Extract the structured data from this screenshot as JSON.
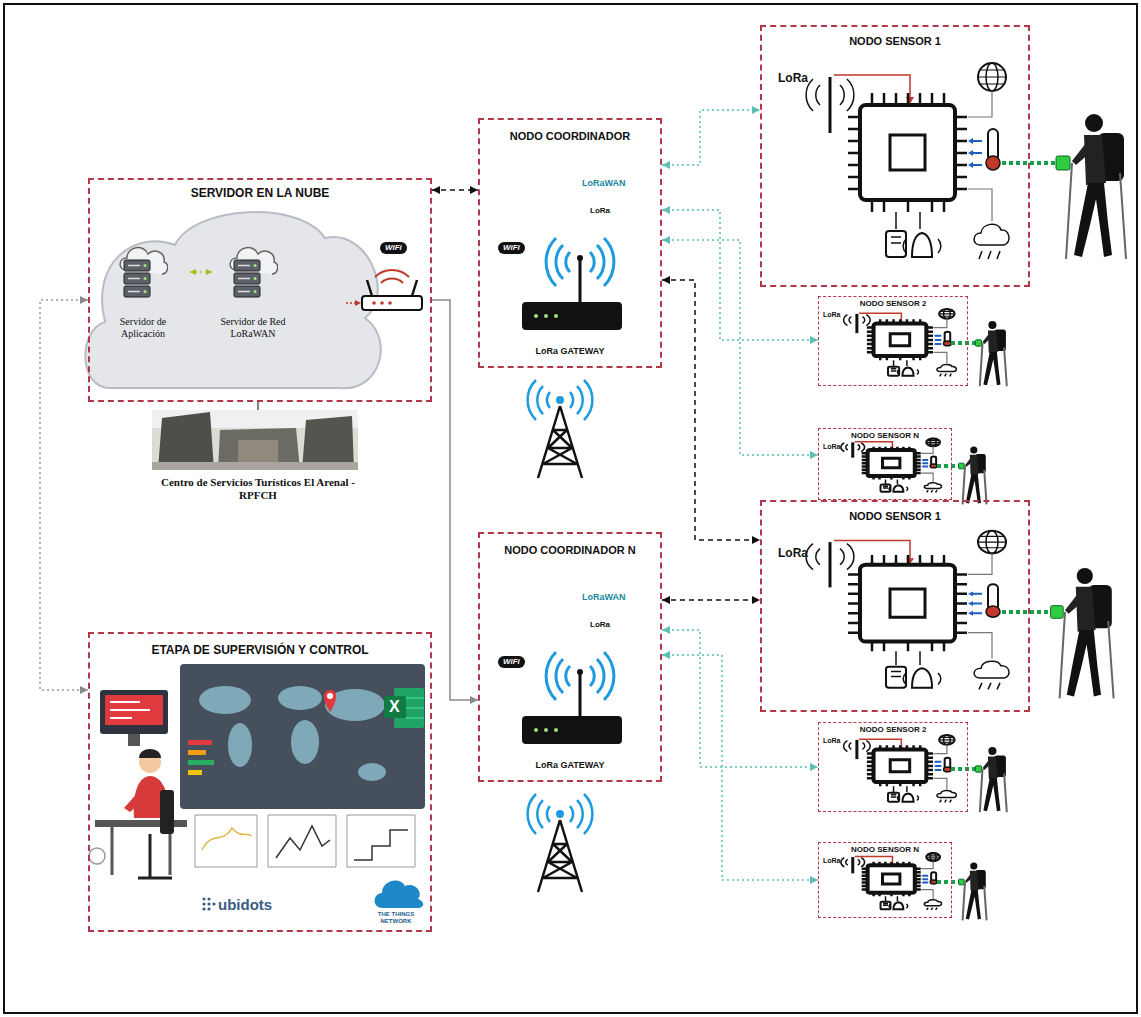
{
  "diagram": {
    "nodes": [
      {
        "text": [
          "SERVIDOR EN LA NUBE",
          "WiFi"
        ]
      },
      {
        "text": [
          "Servidor de Aplicación"
        ],
        "in": 0
      },
      {
        "text": [
          "Servidor de Red LoRaWAN"
        ],
        "in": 0
      },
      {
        "text": [
          "ETAPA DE SUPERVISIÓN Y CONTROL",
          "ubidots",
          "THE THINGS NETWORK"
        ]
      },
      {
        "text": [
          "NODO COORDINADOR",
          "LoRaWAN",
          "LoRa",
          "WiFi",
          "LoRa GATEWAY"
        ]
      },
      {
        "text": [
          "NODO COORDINADOR N",
          "LoRaWAN",
          "LoRa",
          "WiFi",
          "LoRa GATEWAY"
        ]
      },
      {
        "text": [
          "NODO SENSOR 1",
          "LoRa"
        ]
      },
      {
        "text": [
          "NODO SENSOR 2",
          "LoRa"
        ]
      },
      {
        "text": [
          "NODO SENSOR N",
          "LoRa"
        ]
      },
      {
        "text": [
          "NODO SENSOR 1",
          "LoRa"
        ]
      },
      {
        "text": [
          "NODO SENSOR 2",
          "LoRa"
        ]
      },
      {
        "text": [
          "NODO SENSOR N",
          "LoRa"
        ]
      }
    ],
    "edges": [
      {
        "from": 1,
        "to": 2,
        "arrow": "both"
      },
      {
        "from": 0,
        "to": 4,
        "arrow": "both"
      },
      {
        "from": 0,
        "to": 3,
        "arrow": "both"
      },
      {
        "from": 0,
        "to": 5,
        "arrow": "to"
      },
      {
        "from": 4,
        "to": 6,
        "arrow": "both"
      },
      {
        "from": 4,
        "to": 7,
        "arrow": "both"
      },
      {
        "from": 4,
        "to": 8,
        "arrow": "both"
      },
      {
        "from": 4,
        "to": 9,
        "arrow": "both"
      },
      {
        "from": 5,
        "to": 9,
        "arrow": "both"
      },
      {
        "from": 5,
        "to": 10,
        "arrow": "both"
      },
      {
        "from": 5,
        "to": 11,
        "arrow": "both"
      }
    ],
    "labels": [
      "Centro de Servicios Turísticos El Arenal - RPFCH",
      "X"
    ]
  }
}
